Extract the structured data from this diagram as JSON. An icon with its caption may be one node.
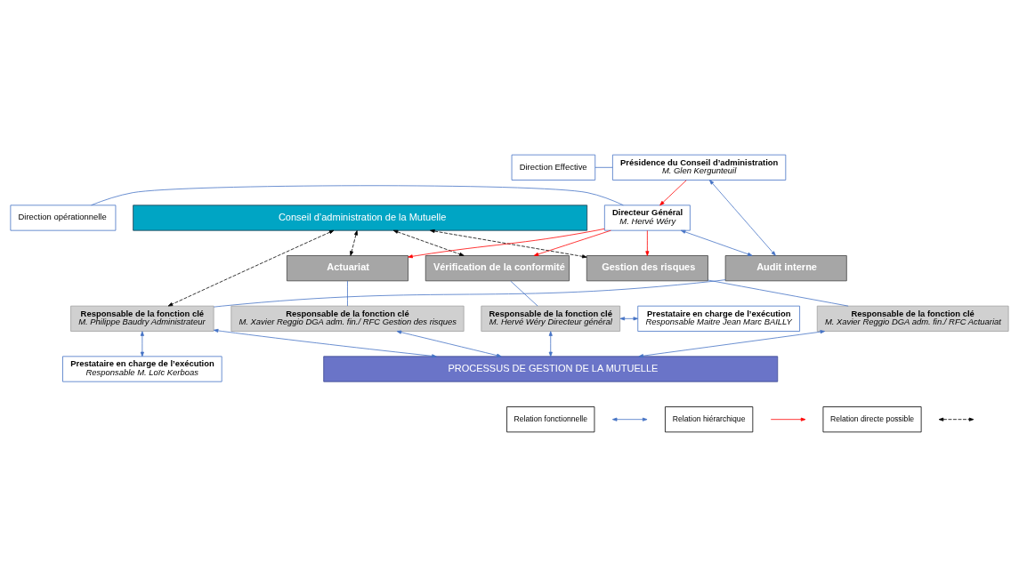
{
  "diagram": {
    "nodes": [
      {
        "text": [
          "Conseil d’administration de la Mutuelle"
        ]
      },
      {
        "text": [
          "Direction Effective"
        ]
      },
      {
        "text": [
          "Direction opérationnelle"
        ]
      },
      {
        "text": [
          "Présidence du Conseil d’administration",
          "M. Glen Kergunteuil"
        ]
      },
      {
        "text": [
          "Directeur Général",
          "M. Hervé Wéry"
        ]
      },
      {
        "text": [
          "Audit interne"
        ]
      },
      {
        "text": [
          "Responsable de la fonction clé",
          "M. Philippe Baudry Administrateur"
        ]
      },
      {
        "text": [
          "Prestataire en charge de l’exécution",
          "Responsable M. Loïc Kerboas"
        ]
      },
      {
        "text": [
          "Gestion des risques"
        ]
      },
      {
        "text": [
          "Actuariat"
        ]
      },
      {
        "text": [
          "Vérification de la conformité"
        ]
      },
      {
        "text": [
          "Responsable de la fonction clé",
          "M. Xavier Reggio DGA adm. fin./ RFC Actuariat"
        ]
      },
      {
        "text": [
          "Responsable de la fonction clé",
          "M. Xavier Reggio DGA adm. fin./ RFC Gestion des risques"
        ]
      },
      {
        "text": [
          "Responsable de la fonction clé",
          "M. Hervé Wéry Directeur général"
        ]
      },
      {
        "text": [
          "Prestataire en charge de l’exécution",
          "Responsable Maitre Jean Marc BAILLY"
        ]
      },
      {
        "text": [
          "PROCESSUS DE GESTION DE LA MUTUELLE"
        ]
      }
    ],
    "edges": [
      {
        "from": 0,
        "to": 8,
        "arrow": "both",
        "style": "dashed",
        "color": "#000000"
      },
      {
        "from": 0,
        "to": 9,
        "arrow": "both",
        "style": "dashed",
        "color": "#000000"
      },
      {
        "from": 0,
        "to": 10,
        "arrow": "both",
        "style": "dashed",
        "color": "#000000"
      },
      {
        "from": 0,
        "to": 6,
        "arrow": "both",
        "style": "dashed",
        "color": "#000000"
      },
      {
        "from": 1,
        "to": 3,
        "arrow": "none"
      },
      {
        "from": 2,
        "to": 4,
        "arrow": "none"
      },
      {
        "from": 3,
        "to": 4,
        "arrow": "to",
        "color": "#ff0000"
      },
      {
        "from": 3,
        "to": 5,
        "arrow": "both"
      },
      {
        "from": 4,
        "to": 5,
        "arrow": "both"
      },
      {
        "from": 5,
        "to": 6,
        "arrow": "none"
      },
      {
        "from": 6,
        "to": 7,
        "arrow": "both"
      },
      {
        "from": 4,
        "to": 8,
        "arrow": "to",
        "color": "#ff0000"
      },
      {
        "from": 4,
        "to": 9,
        "arrow": "to",
        "color": "#ff0000"
      },
      {
        "from": 4,
        "to": 10,
        "arrow": "to",
        "color": "#ff0000"
      },
      {
        "from": 8,
        "to": 11,
        "arrow": "none"
      },
      {
        "from": 9,
        "to": 12,
        "arrow": "none"
      },
      {
        "from": 10,
        "to": 13,
        "arrow": "none"
      },
      {
        "from": 11,
        "to": 15,
        "arrow": "both"
      },
      {
        "from": 12,
        "to": 15,
        "arrow": "both"
      },
      {
        "from": 13,
        "to": 15,
        "arrow": "both"
      },
      {
        "from": 13,
        "to": 14,
        "arrow": "both"
      },
      {
        "from": 15,
        "to": 6,
        "arrow": "both"
      }
    ],
    "legend": [
      {
        "text": "Relation fonctionnelle"
      },
      {
        "text": "Relation hiérarchique"
      },
      {
        "text": "Relation directe possible"
      }
    ]
  }
}
